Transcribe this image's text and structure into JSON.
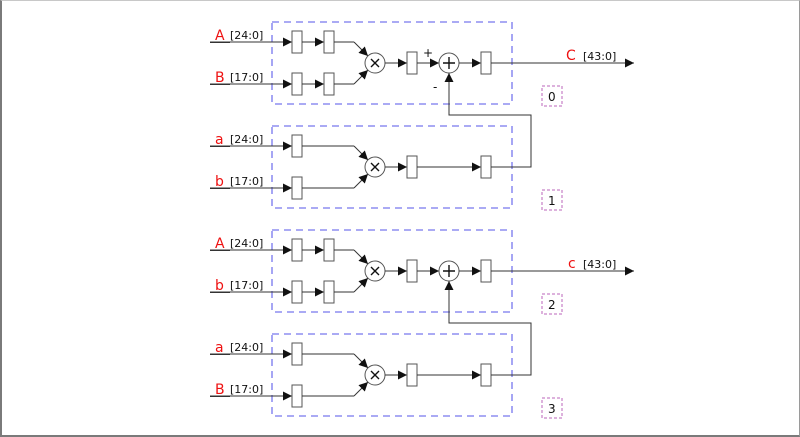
{
  "blocks": [
    {
      "id": "0",
      "inputs": [
        {
          "name": "A",
          "width": "[24:0]"
        },
        {
          "name": "B",
          "width": "[17:0]"
        }
      ],
      "input_registers": 2,
      "adder": true,
      "adder_plus_sign": "+",
      "adder_minus_sign": "-",
      "output": {
        "name": "C",
        "width": "[43:0]"
      }
    },
    {
      "id": "1",
      "inputs": [
        {
          "name": "a",
          "width": "[24:0]"
        },
        {
          "name": "b",
          "width": "[17:0]"
        }
      ],
      "input_registers": 1,
      "adder": false,
      "cascade_to": "0"
    },
    {
      "id": "2",
      "inputs": [
        {
          "name": "A",
          "width": "[24:0]"
        },
        {
          "name": "b",
          "width": "[17:0]"
        }
      ],
      "input_registers": 2,
      "adder": true,
      "output": {
        "name": "c",
        "width": "[43:0]"
      }
    },
    {
      "id": "3",
      "inputs": [
        {
          "name": "a",
          "width": "[24:0]"
        },
        {
          "name": "B",
          "width": "[17:0]"
        }
      ],
      "input_registers": 1,
      "adder": false,
      "cascade_to": "2"
    }
  ],
  "colors": {
    "signal_name": "#ee1111",
    "block_border": "#7777ee",
    "tag_border": "#bb66bb",
    "wire": "#333333"
  }
}
